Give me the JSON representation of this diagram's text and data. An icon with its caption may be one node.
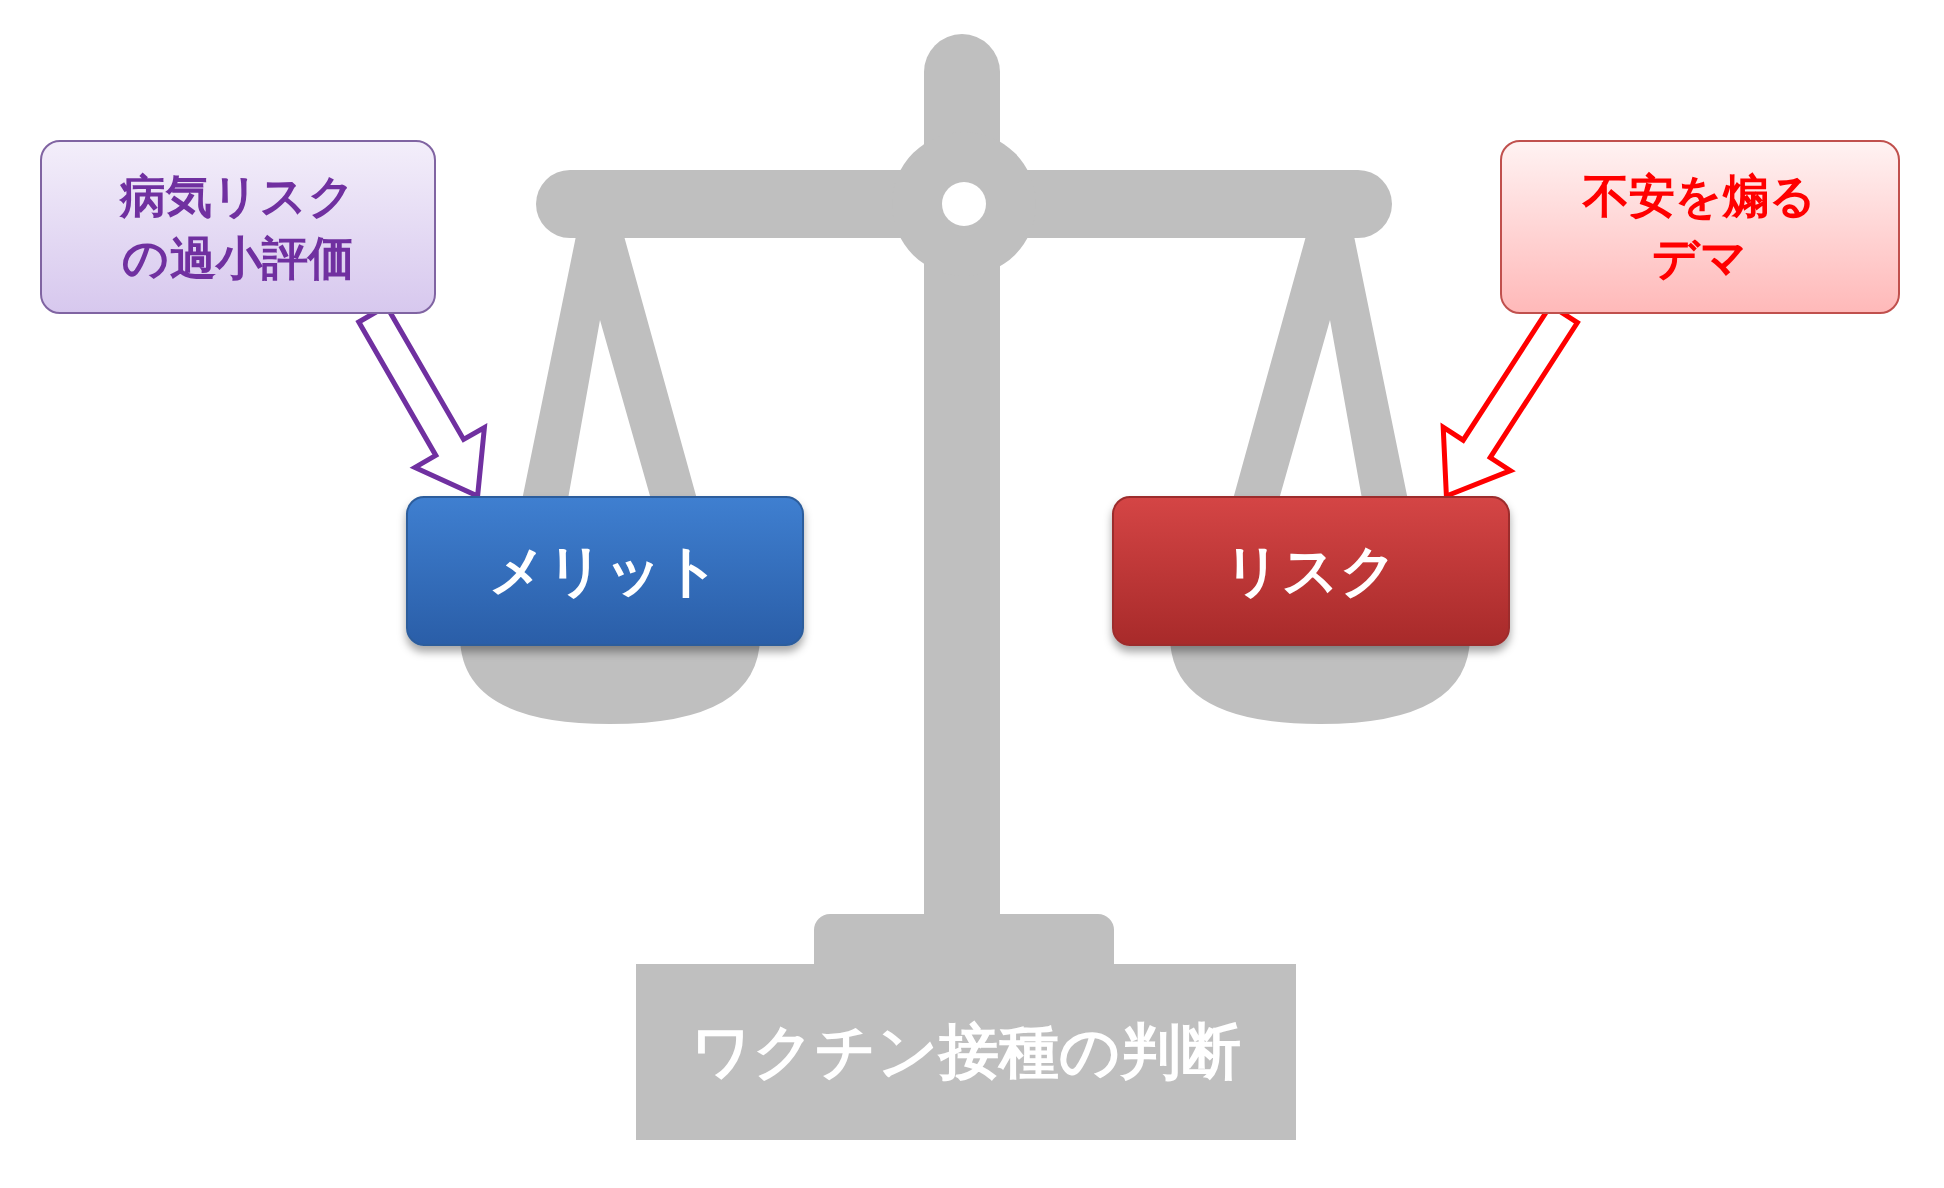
{
  "diagram": {
    "nodes": [
      {
        "text": [
          "病気リスクの過小評価"
        ]
      },
      {
        "text": [
          "不安を煽るデマ"
        ]
      },
      {
        "text": [
          "メリット"
        ]
      },
      {
        "text": [
          "リスク"
        ]
      },
      {
        "text": [
          "ワクチン接種の判断"
        ]
      }
    ],
    "edges": [
      {
        "from": 0,
        "to": 2,
        "arrow": "to",
        "color": "#7030a0"
      },
      {
        "from": 1,
        "to": 3,
        "arrow": "to",
        "color": "#ff0000"
      }
    ]
  }
}
